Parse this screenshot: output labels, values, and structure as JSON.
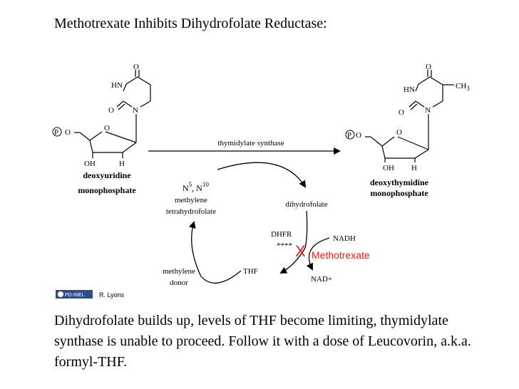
{
  "title": "Methotrexate Inhibits Dihydrofolate Reductase:",
  "left_molecule": {
    "name_line1": "deoxyuridine",
    "name_line2": "monophosphate",
    "atoms": {
      "o_top": "O",
      "hn": "HN",
      "n_ring": "N",
      "o_left": "O",
      "o_ring": "O",
      "p": "P",
      "o_p": "O",
      "oh": "OH",
      "h": "H"
    }
  },
  "right_molecule": {
    "name_line1": "deoxythymidine",
    "name_line2": "monophosphate",
    "atoms": {
      "o_top": "O",
      "hn": "HN",
      "n_ring": "N",
      "o_left": "O",
      "o_ring": "O",
      "p": "P",
      "o_p": "O",
      "oh": "OH",
      "h": "H",
      "ch3": "CH",
      "ch3_sub": "3"
    }
  },
  "reaction": {
    "enzyme": "thymidylate synthase",
    "cofactor_n5": "N",
    "cofactor_sup1": "5",
    "cofactor_n10": ", N",
    "cofactor_sup2": "10",
    "cofactor_line2": "methylene",
    "cofactor_line3": "tetrahydrofolate",
    "dihydrofolate": "dihydrofolate",
    "dhfr": "DHFR",
    "stars": "****",
    "nadh": "NADH",
    "nad": "NAD+",
    "thf": "THF",
    "methylene_donor_line1": "methylene",
    "methylene_donor_line2": "donor"
  },
  "inhibitor": {
    "x_mark": "X",
    "label": "Methotrexate",
    "color": "#e0201b"
  },
  "credit": {
    "badge": "PD-INEL",
    "author": "R. Lyons"
  },
  "footer": "Dihydrofolate builds up, levels of THF become limiting, thymidylate synthase is unable to proceed. Follow it with a dose of Leucovorin, a.k.a. formyl-THF."
}
